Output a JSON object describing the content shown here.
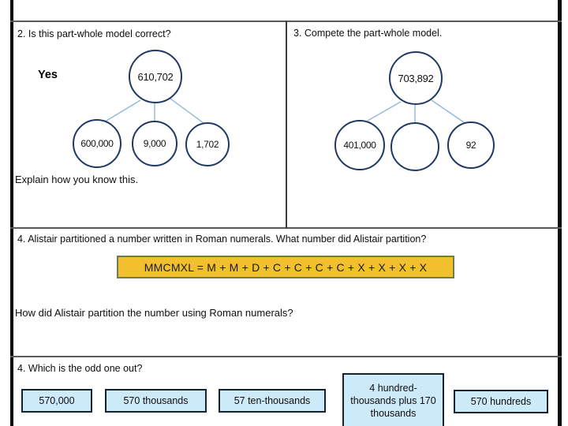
{
  "q2": {
    "title": "2. Is this part-whole model correct?",
    "answer": "Yes",
    "model": {
      "whole": "610,702",
      "parts": [
        "600,000",
        "9,000",
        "1,702"
      ]
    },
    "footer": "Explain how you know this."
  },
  "q3": {
    "title": "3. Compete the part-whole model.",
    "model": {
      "whole": "703,892",
      "parts": [
        "401,000",
        "",
        "92"
      ]
    }
  },
  "q4": {
    "title": "4. Alistair partitioned a number written in Roman numerals. What number did Alistair partition?",
    "equation": "MMCMXL = M + M + D + C + C + C + C + X + X + X + X",
    "followup": "How did Alistair partition the number using Roman numerals?"
  },
  "q5": {
    "title": "4. Which is the odd one out?",
    "options": [
      "570,000",
      "570 thousands",
      "57 ten-thousands",
      "4 hundred-thousands plus 170 thousands",
      "570 hundreds"
    ]
  },
  "colors": {
    "circle_border": "#1F3864",
    "connector_line": "#8FB8DC",
    "equation_fill": "#F2C02E",
    "equation_border": "#6E7B55",
    "option_fill": "#CDEAF8",
    "rule_gray": "#5a5a5a"
  }
}
